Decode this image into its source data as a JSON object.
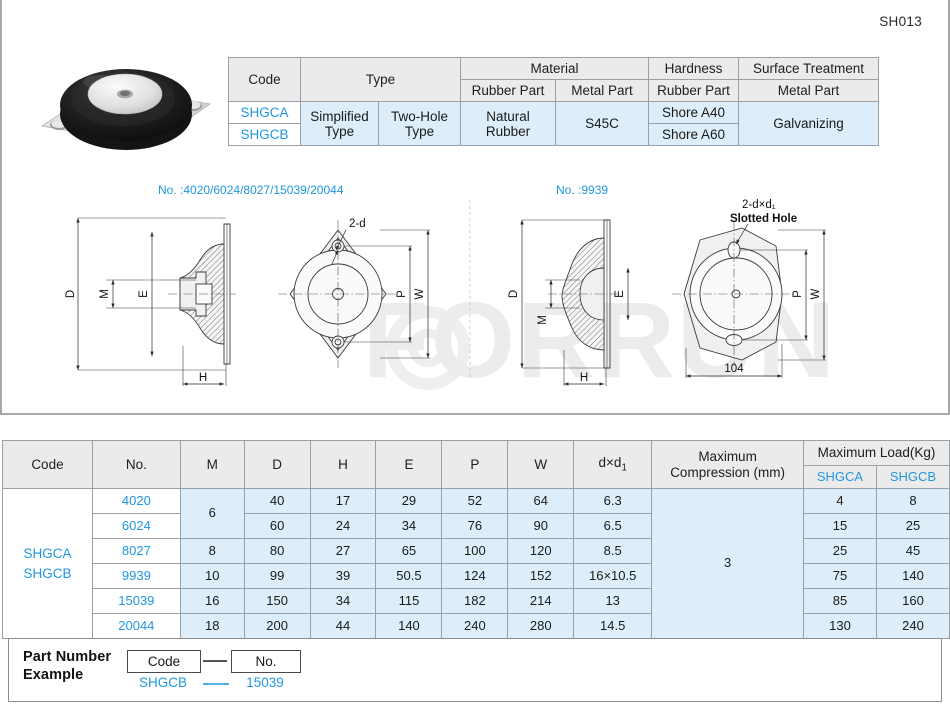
{
  "sheet": {
    "code": "SH013",
    "watermark": "FORRUN"
  },
  "photo": {
    "alt_name": "anti-vibration-rubber-mount-photo"
  },
  "spec_summary": {
    "headers": {
      "code": "Code",
      "type": "Type",
      "material": "Material",
      "hardness": "Hardness",
      "surface_treatment": "Surface Treatment",
      "rubber_part": "Rubber Part",
      "metal_part": "Metal Part",
      "hardness_rubber_part": "Rubber Part",
      "surface_metal_part": "Metal Part"
    },
    "codes": [
      "SHGCA",
      "SHGCB"
    ],
    "type_simplified": "Simplified Type",
    "type_two_hole": "Two-Hole Type",
    "material_rubber": "Natural Rubber",
    "material_metal": "S45C",
    "hardness": [
      "Shore A40",
      "Shore A60"
    ],
    "surface_treatment_value": "Galvanizing"
  },
  "drawings": {
    "left": {
      "no_label": "No. :4020/6024/8027/15039/20044",
      "hole_callout": "2-d",
      "dims": [
        "D",
        "M",
        "E",
        "H",
        "P",
        "W"
      ]
    },
    "right": {
      "no_label": "No. :9939",
      "hole_callout": "2-d×d₁",
      "hole_callout_line2": "Slotted Hole",
      "dims": [
        "D",
        "M",
        "E",
        "H",
        "P",
        "W"
      ],
      "width_dim": "104"
    }
  },
  "dimension_table": {
    "headers": {
      "code": "Code",
      "no": "No.",
      "m": "M",
      "d": "D",
      "h": "H",
      "e": "E",
      "p": "P",
      "w": "W",
      "dxd1": "d×d₁",
      "max_compression": "Maximum Compression (mm)",
      "max_compression_l1": "Maximum",
      "max_compression_l2": "Compression (mm)",
      "max_load": "Maximum Load(Kg)",
      "load_shgca": "SHGCA",
      "load_shgcb": "SHGCB"
    },
    "code_cell": [
      "SHGCA",
      "SHGCB"
    ],
    "max_compression_value": "3",
    "rows": [
      {
        "no": "4020",
        "m": "6",
        "d": "40",
        "h": "17",
        "e": "29",
        "p": "52",
        "w": "64",
        "dxd1": "6.3",
        "load_a": "4",
        "load_b": "8"
      },
      {
        "no": "6024",
        "m": "6",
        "d": "60",
        "h": "24",
        "e": "34",
        "p": "76",
        "w": "90",
        "dxd1": "6.5",
        "load_a": "15",
        "load_b": "25"
      },
      {
        "no": "8027",
        "m": "8",
        "d": "80",
        "h": "27",
        "e": "65",
        "p": "100",
        "w": "120",
        "dxd1": "8.5",
        "load_a": "25",
        "load_b": "45"
      },
      {
        "no": "9939",
        "m": "10",
        "d": "99",
        "h": "39",
        "e": "50.5",
        "p": "124",
        "w": "152",
        "dxd1": "16×10.5",
        "load_a": "75",
        "load_b": "140"
      },
      {
        "no": "15039",
        "m": "16",
        "d": "150",
        "h": "34",
        "e": "115",
        "p": "182",
        "w": "214",
        "dxd1": "13",
        "load_a": "85",
        "load_b": "160"
      },
      {
        "no": "20044",
        "m": "18",
        "d": "200",
        "h": "44",
        "e": "140",
        "p": "240",
        "w": "280",
        "dxd1": "14.5",
        "load_a": "130",
        "load_b": "240"
      }
    ]
  },
  "part_number_example": {
    "title_line1": "Part Number",
    "title_line2": "Example",
    "chip_code": "Code",
    "chip_no": "No.",
    "value_code": "SHGCB",
    "value_no": "15039"
  },
  "colors": {
    "accent_blue": "#1f97e0",
    "cell_blue": "#ddeefa",
    "header_gray": "#ebebeb",
    "border_gray": "#9aa0a6"
  }
}
